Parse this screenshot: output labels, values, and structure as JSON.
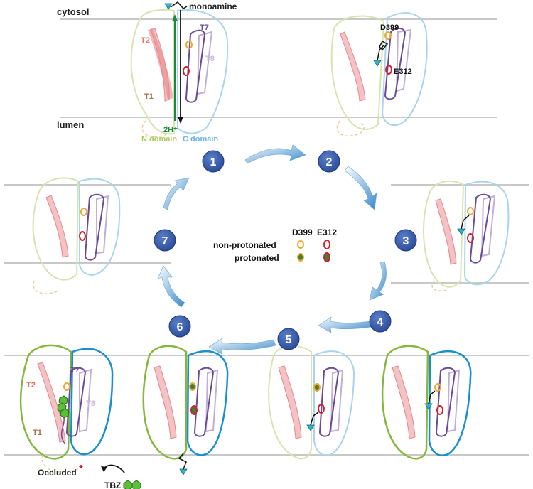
{
  "labels": {
    "cytosol": "cytosol",
    "lumen": "lumen",
    "monoamine": "monoamine",
    "protons": "2H⁺",
    "n_domain": "N domain",
    "c_domain": "C domain",
    "t1": "T1",
    "t2": "T2",
    "t7": "T7",
    "t8": "T8",
    "d399": "D399",
    "e312": "E312",
    "occluded": "Occluded",
    "asterisk": "*",
    "tbz": "TBZ"
  },
  "legend": {
    "col_d399": "D399",
    "col_e312": "E312",
    "row_non_protonated": "non-protonated",
    "row_protonated": "protonated"
  },
  "steps": [
    "1",
    "2",
    "3",
    "4",
    "5",
    "6",
    "7"
  ],
  "colors": {
    "membrane": "#c8c8c8",
    "n_domain_outline": "#d6e4b0",
    "n_domain_outline_bold": "#86b73c",
    "c_domain_outline": "#a8d4ec",
    "c_domain_outline_bold": "#1a8fd0",
    "t1_t2_helix": "#e8858a",
    "t7_helix": "#6a4a9a",
    "t8_helix": "#c0b0d8",
    "d399_ring": "#f0a830",
    "e312_ring": "#d0202c",
    "protonated_fill": "#3f7f3a",
    "step_circle": "#3557a8",
    "arrow_blue": "#5ea6d8",
    "proton_arrow": "#1a8a3a",
    "ligand_cyan": "#2bb5c8",
    "tbz_green": "#5bbf3a",
    "asterisk_red": "#d01c2c"
  }
}
